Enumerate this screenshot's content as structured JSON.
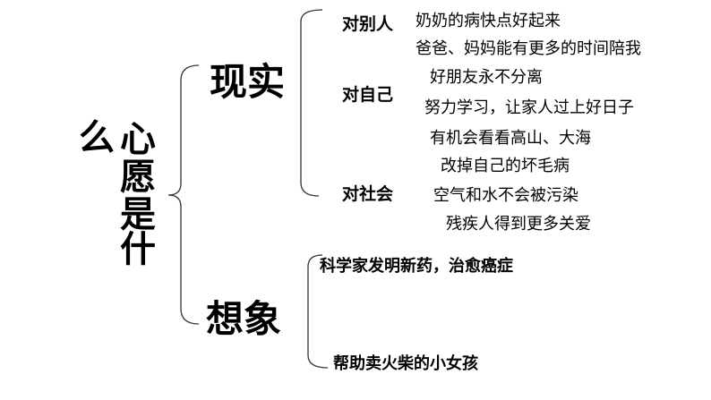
{
  "root": {
    "chars": [
      "么",
      "心",
      "愿",
      "是",
      "什"
    ]
  },
  "branches": [
    {
      "label": "现实",
      "groups": [
        {
          "label": "对别人",
          "items": [
            "奶奶的病快点好起来",
            "爸爸、妈妈能有更多的时间陪我"
          ]
        },
        {
          "label": "对自己",
          "items": [
            "好朋友永不分离",
            "努力学习，让家人过上好日子",
            "有机会看看高山、大海",
            "改掉自己的坏毛病"
          ]
        },
        {
          "label": "对社会",
          "items": [
            "空气和水不会被污染",
            "残疾人得到更多关爱"
          ]
        }
      ]
    },
    {
      "label": "想象",
      "items": [
        "科学家发明新药，治愈癌症",
        "帮助卖火柴的小女孩"
      ]
    }
  ]
}
